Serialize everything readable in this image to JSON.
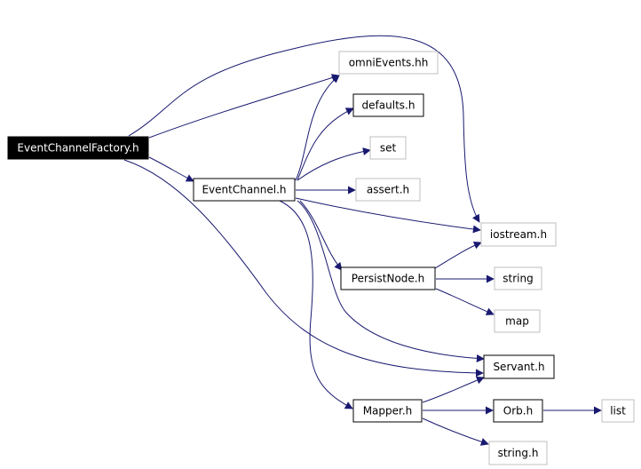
{
  "colors": {
    "edge": "#191970",
    "root_fill": "#000000",
    "root_text": "#ffffff",
    "external_border": "#bfbfbf"
  },
  "nodes": {
    "eventchannelfactory": {
      "label": "EventChannelFactory.h",
      "kind": "root"
    },
    "omnievents": {
      "label": "omniEvents.hh",
      "kind": "external"
    },
    "defaults": {
      "label": "defaults.h",
      "kind": "local"
    },
    "set": {
      "label": "set",
      "kind": "external"
    },
    "eventchannel": {
      "label": "EventChannel.h",
      "kind": "local"
    },
    "assert": {
      "label": "assert.h",
      "kind": "external"
    },
    "iostream": {
      "label": "iostream.h",
      "kind": "external"
    },
    "persistnode": {
      "label": "PersistNode.h",
      "kind": "local"
    },
    "string": {
      "label": "string",
      "kind": "external"
    },
    "map": {
      "label": "map",
      "kind": "external"
    },
    "servant": {
      "label": "Servant.h",
      "kind": "local"
    },
    "mapper": {
      "label": "Mapper.h",
      "kind": "local"
    },
    "orb": {
      "label": "Orb.h",
      "kind": "local"
    },
    "list": {
      "label": "list",
      "kind": "external"
    },
    "stringh": {
      "label": "string.h",
      "kind": "external"
    }
  },
  "edges": [
    {
      "from": "eventchannelfactory",
      "to": "omnievents"
    },
    {
      "from": "eventchannelfactory",
      "to": "iostream"
    },
    {
      "from": "eventchannelfactory",
      "to": "eventchannel"
    },
    {
      "from": "eventchannelfactory",
      "to": "servant"
    },
    {
      "from": "eventchannel",
      "to": "omnievents"
    },
    {
      "from": "eventchannel",
      "to": "defaults"
    },
    {
      "from": "eventchannel",
      "to": "set"
    },
    {
      "from": "eventchannel",
      "to": "assert"
    },
    {
      "from": "eventchannel",
      "to": "iostream"
    },
    {
      "from": "eventchannel",
      "to": "persistnode"
    },
    {
      "from": "eventchannel",
      "to": "servant"
    },
    {
      "from": "eventchannel",
      "to": "mapper"
    },
    {
      "from": "persistnode",
      "to": "iostream"
    },
    {
      "from": "persistnode",
      "to": "string"
    },
    {
      "from": "persistnode",
      "to": "map"
    },
    {
      "from": "mapper",
      "to": "servant"
    },
    {
      "from": "mapper",
      "to": "orb"
    },
    {
      "from": "mapper",
      "to": "stringh"
    },
    {
      "from": "orb",
      "to": "list"
    }
  ]
}
